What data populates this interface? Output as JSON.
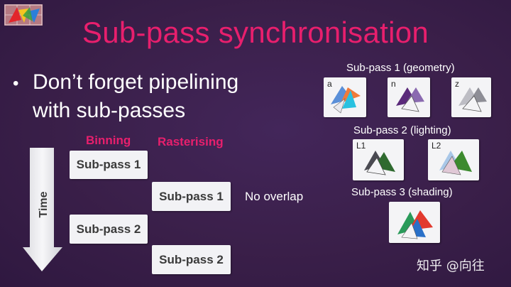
{
  "slide": {
    "title": "Sub-pass synchronisation",
    "bullet": {
      "symbol": "•",
      "line1": "Don’t forget pipelining",
      "line2": "with sub-passes"
    },
    "timeline": {
      "binning_heading": "Binning",
      "rasterising_heading": "Rasterising",
      "time_label": "Time",
      "boxes": [
        "Sub-pass 1",
        "Sub-pass 1",
        "Sub-pass 2",
        "Sub-pass 2"
      ],
      "annotation": "No overlap"
    },
    "subpasses": {
      "sp1_label": "Sub-pass 1 (geometry)",
      "sp2_label": "Sub-pass 2 (lighting)",
      "sp3_label": "Sub-pass 3 (shading)",
      "tiles": {
        "a": "a",
        "n": "n",
        "z": "z",
        "l1": "L1",
        "l2": "L2"
      }
    },
    "watermark": "知乎 @向往"
  },
  "colors": {
    "background": "#3a1f49",
    "accent": "#e81f6d",
    "box": "#f2f2f5"
  }
}
